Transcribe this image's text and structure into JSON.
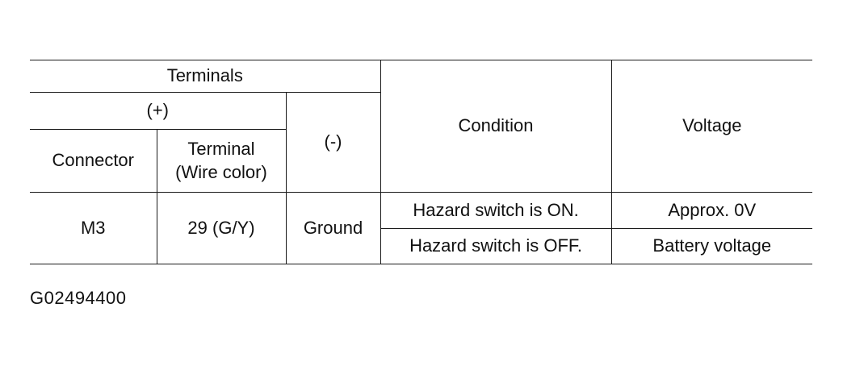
{
  "table": {
    "headers": {
      "terminals": "Terminals",
      "positive": "(+)",
      "negative": "(-)",
      "connector": "Connector",
      "terminal_line1": "Terminal",
      "terminal_line2": "(Wire color)",
      "condition": "Condition",
      "voltage": "Voltage"
    },
    "rows": [
      {
        "connector": "M3",
        "terminal": "29 (G/Y)",
        "negative": "Ground",
        "condition": "Hazard switch is ON.",
        "voltage": "Approx. 0V"
      },
      {
        "condition": "Hazard switch is OFF.",
        "voltage": "Battery voltage"
      }
    ]
  },
  "figure_code": "G02494400"
}
